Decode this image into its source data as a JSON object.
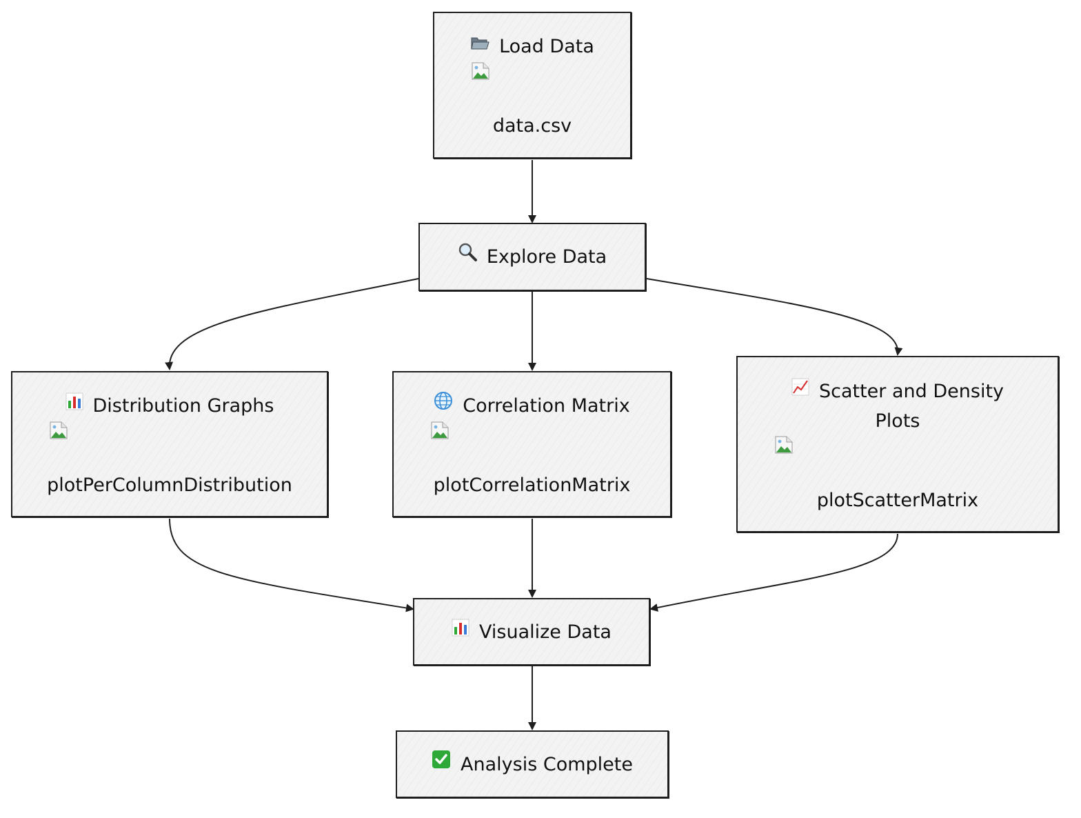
{
  "nodes": {
    "load": {
      "icon": "folder-icon",
      "title": "Load Data",
      "subtitle": "data.csv"
    },
    "explore": {
      "icon": "magnifier-icon",
      "title": "Explore Data"
    },
    "dist": {
      "icon": "bar-chart-icon",
      "title": "Distribution Graphs",
      "subtitle": "plotPerColumnDistribution"
    },
    "corr": {
      "icon": "globe-icon",
      "title": "Correlation Matrix",
      "subtitle": "plotCorrelationMatrix"
    },
    "scatter": {
      "icon": "line-chart-icon",
      "title": "Scatter and Density Plots",
      "subtitle": "plotScatterMatrix"
    },
    "visualize": {
      "icon": "bar-chart-icon",
      "title": "Visualize Data"
    },
    "complete": {
      "icon": "checkmark-icon",
      "title": "Analysis Complete"
    }
  },
  "edges": [
    {
      "from": "load",
      "to": "explore"
    },
    {
      "from": "explore",
      "to": "dist"
    },
    {
      "from": "explore",
      "to": "corr"
    },
    {
      "from": "explore",
      "to": "scatter"
    },
    {
      "from": "dist",
      "to": "visualize"
    },
    {
      "from": "corr",
      "to": "visualize"
    },
    {
      "from": "scatter",
      "to": "visualize"
    },
    {
      "from": "visualize",
      "to": "complete"
    }
  ],
  "colors": {
    "stroke": "#1e1e1e",
    "node_fill": "#f3f3f3",
    "icon_green": "#2ea836",
    "icon_red": "#d62b2b",
    "icon_blue": "#3a78d8"
  }
}
